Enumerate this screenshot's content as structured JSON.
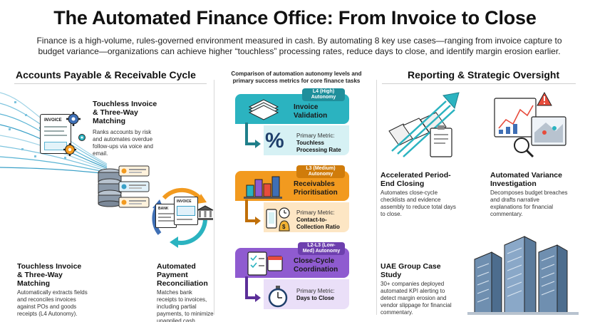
{
  "title": "The Automated Finance Office: From Invoice to Close",
  "intro": "Finance is a high-volume, rules-governed environment measured in cash. By automating 8 key use cases—ranging from invoice capture to budget variance—organizations can achieve higher “touchless” processing rates, reduce days to close, and identify margin erosion earlier.",
  "left": {
    "heading": "Accounts Payable & Receivable Cycle",
    "block1": {
      "title": "Touchless Invoice & Three-Way Matching",
      "text": "Ranks accounts by risk and automates overdue follow-ups via voice and email."
    },
    "block2": {
      "title": "Touchless Invoice & Three-Way Matching",
      "text": "Automatically extracts fields and reconciles invoices against POs and goods receipts (L4 Autonomy)."
    },
    "block3": {
      "title": "Automated Payment Reconciliation",
      "text": "Matches bank receipts to invoices, including partial payments, to minimize unapplied cash."
    },
    "invoice_label": "INVOICE",
    "invoice_label2": "INVOICE",
    "bank_label": "BANK"
  },
  "middle": {
    "caption": "Comparison of automation autonomy levels and primary success metrics for core finance tasks",
    "cards": [
      {
        "level": "L4 (High) Autonomy",
        "title": "Invoice Validation",
        "metric_label": "Primary Metric:",
        "metric_value": "Touchless Processing Rate"
      },
      {
        "level": "L3 (Medium) Autonomy",
        "title": "Receivables Prioritisation",
        "metric_label": "Primary Metric:",
        "metric_value": "Contact-to-Collection Ratio"
      },
      {
        "level": "L2-L3 (Low-Med) Autonomy",
        "title": "Close-Cycle Coordination",
        "metric_label": "Primary Metric:",
        "metric_value": "Days to Close"
      }
    ],
    "colors": {
      "teal": "#2bb3c0",
      "teal_light": "#d6f1f4",
      "orange": "#f29a1f",
      "orange_light": "#fde6c4",
      "purple": "#8f5bd0",
      "purple_light": "#eadff8"
    }
  },
  "right": {
    "heading": "Reporting & Strategic Oversight",
    "block1": {
      "title": "Accelerated Period-End Closing",
      "text": "Automates close-cycle checklists and evidence assembly to reduce total days to close."
    },
    "block2": {
      "title": "Automated Variance Investigation",
      "text": "Decomposes budget breaches and drafts narrative explanations for financial commentary."
    },
    "block3": {
      "title": "UAE Group Case Study",
      "text": "30+ companies deployed automated KPI alerting to detect margin erosion and vendor slippage for financial commentary."
    }
  }
}
